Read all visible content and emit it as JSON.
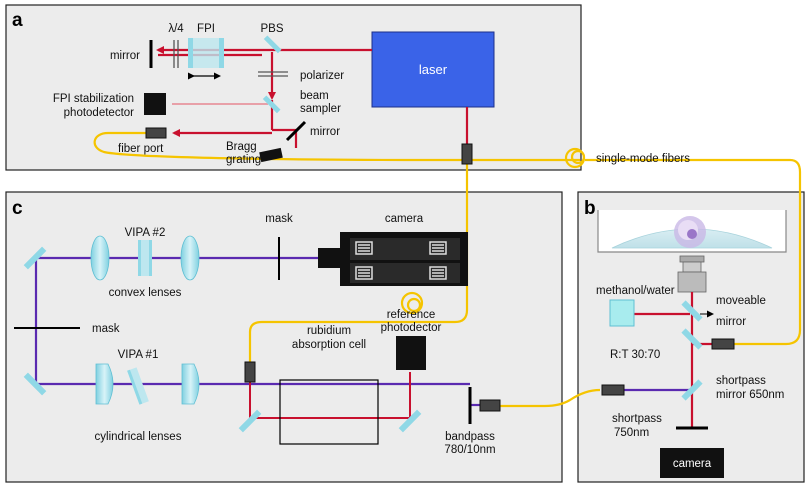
{
  "panels": {
    "a": "a",
    "b": "b",
    "c": "c"
  },
  "labels_a": {
    "mirror_left": "mirror",
    "quarter_wave": "λ/4",
    "fpi": "FPI",
    "pbs": "PBS",
    "polarizer": "polarizer",
    "beam_sampler_1": "beam",
    "beam_sampler_2": "sampler",
    "fpi_stab_1": "FPI stabilization",
    "fpi_stab_2": "photodetector",
    "mirror_right": "mirror",
    "fiber_port": "fiber port",
    "bragg_1": "Bragg",
    "bragg_2": "grating",
    "laser": "laser"
  },
  "label_fibers": "single-mode fibers",
  "labels_c": {
    "vipa2": "VIPA #2",
    "convex_lenses": "convex lenses",
    "mask_top": "mask",
    "camera": "camera",
    "mask_mid": "mask",
    "vipa1": "VIPA #1",
    "cylindrical_lenses": "cylindrical lenses",
    "rubidium_1": "rubidium",
    "rubidium_2": "absorption cell",
    "ref_pd_1": "reference",
    "ref_pd_2": "photodector",
    "bandpass_1": "bandpass",
    "bandpass_2": "780/10nm"
  },
  "labels_b": {
    "methanol": "methanol/water",
    "moveable_1": "moveable",
    "moveable_2": "mirror",
    "rt": "R:T 30:70",
    "shortpass_mirror_1": "shortpass",
    "shortpass_mirror_2": "mirror 650nm",
    "shortpass_750_1": "shortpass",
    "shortpass_750_2": "750nm",
    "camera": "camera"
  },
  "colors": {
    "panel_bg": "#ececec",
    "laser": "#3a63e8",
    "red_beam": "#c8102e",
    "pink_beam": "#e8a0a8",
    "purple_beam": "#5a2ab0",
    "fiber": "#f5c400",
    "optic": "#8fd8e6"
  },
  "icons": [
    "laser-box",
    "camera-icon",
    "photodetector-icon",
    "fiber-port-icon",
    "objective-icon",
    "sample-cell-icon"
  ]
}
